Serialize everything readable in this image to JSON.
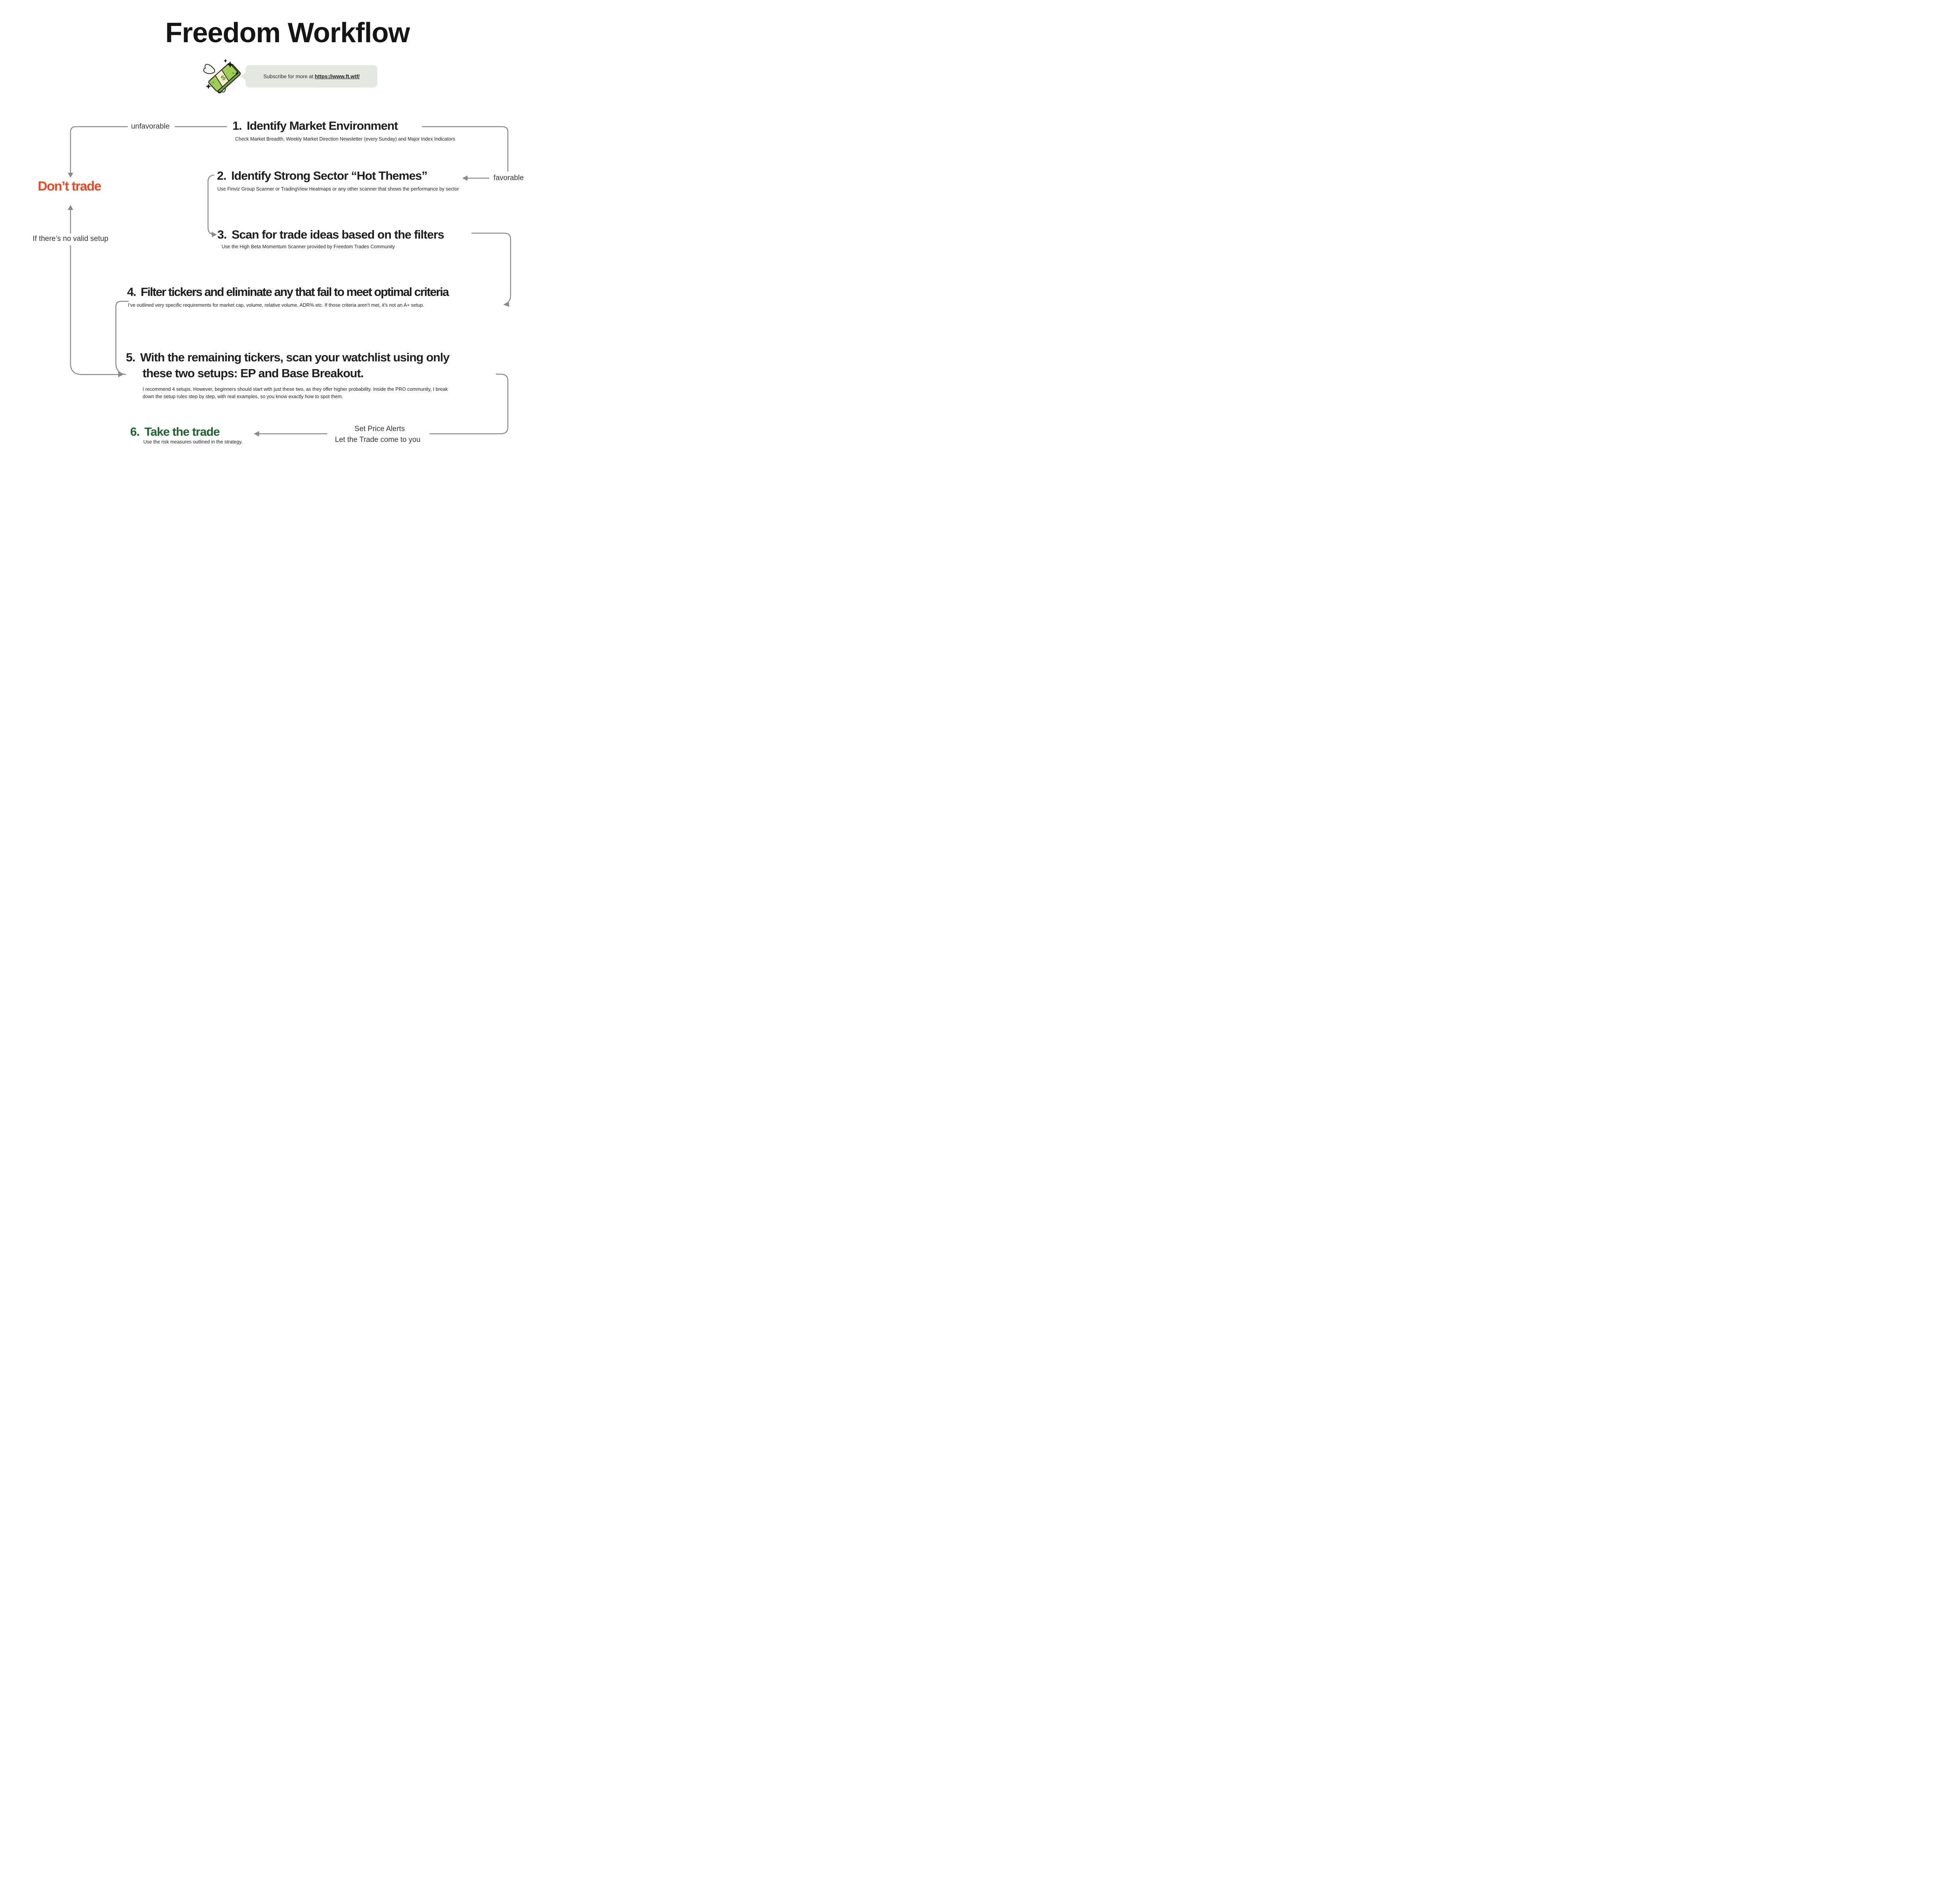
{
  "title": "Freedom Workflow",
  "callout": {
    "prefix": "Subscribe for more at ",
    "link": "https://www.ft.wtf/",
    "icon": "flying-money-icon"
  },
  "steps": [
    {
      "number": "1.",
      "title": "Identify Market Environment",
      "subtext": "Check Market Breadth, Weekly Market Direction Newsletter (every Sunday) and Major Index Indicators"
    },
    {
      "number": "2.",
      "title": "Identify Strong Sector “Hot Themes”",
      "subtext": "Use Finviz Group Scanner or TradingView Heatmaps or any other scanner that shows the performance by sector"
    },
    {
      "number": "3.",
      "title": "Scan for trade ideas based on the filters",
      "subtext": "Use the High Beta Momentum Scanner provided by Freedom Trades Community"
    },
    {
      "number": "4.",
      "title": "Filter tickers and eliminate any that fail to meet optimal criteria",
      "subtext": "I’ve outlined very specific requirements for market cap, volume, relative volume, ADR% etc. If those criteria aren’t met, it’s not an A+ setup."
    },
    {
      "number": "5.",
      "title_line1": "With the remaining tickers, scan your watchlist using only",
      "title_line2": "these two setups: EP and Base Breakout.",
      "subtext": "I recommend 4 setups. However, beginners should start with just these two, as they offer higher probability. Inside the PRO community, I break down the setup rules step by step, with real examples, so you know exactly how to spot them."
    },
    {
      "number": "6.",
      "title": "Take the trade",
      "subtext": "Use the risk measures outlined in the strategy."
    }
  ],
  "labels": {
    "unfavorable": "unfavorable",
    "favorable": "favorable",
    "dont_trade": "Don’t trade",
    "no_valid_setup": "If there’s no valid setup",
    "set_price_alerts": "Set Price Alerts",
    "let_trade_come": "Let the Trade come to you"
  },
  "colors": {
    "dont_trade": "#E94A26",
    "take_trade_green": "#1E642C",
    "connector_gray": "#8A8A8A",
    "callout_bg": "#E3E8E1",
    "text": "#1C1C1E"
  }
}
